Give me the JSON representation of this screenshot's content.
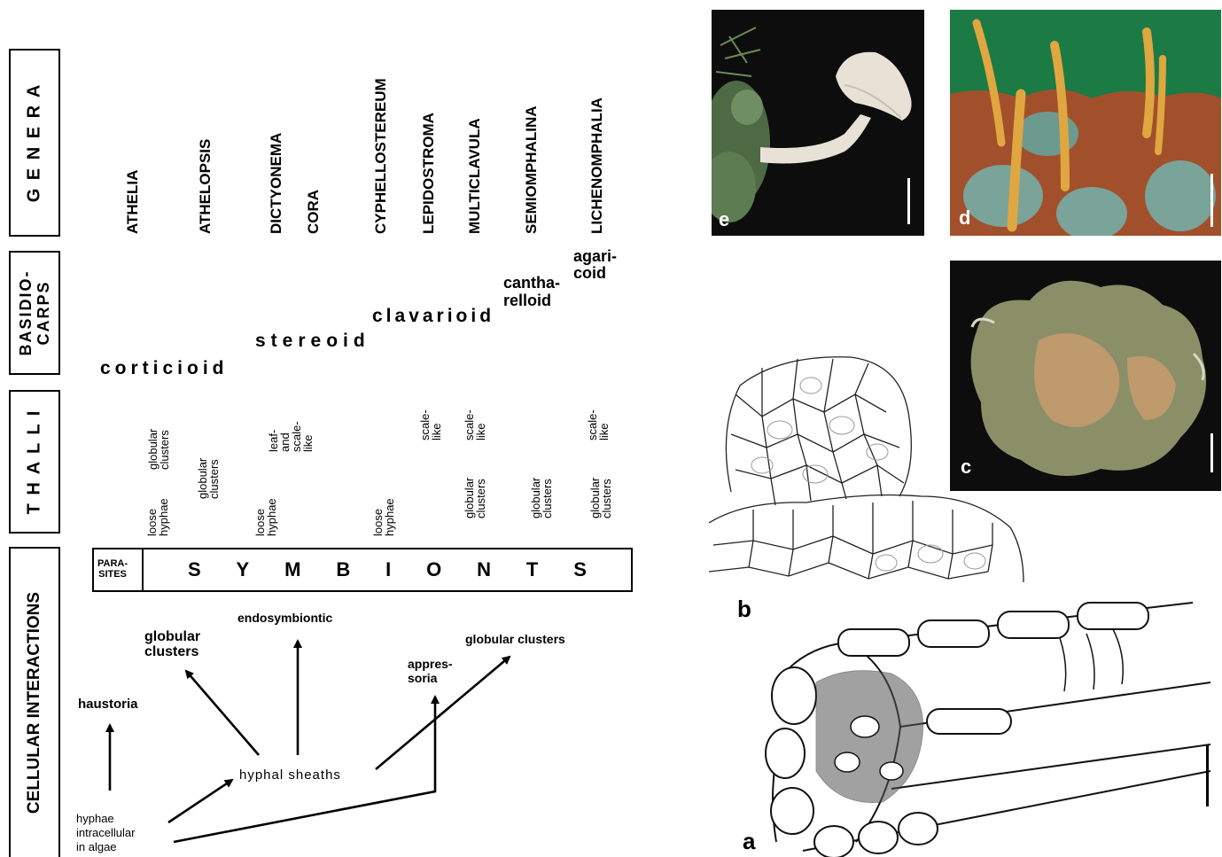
{
  "side_labels": {
    "genera": "G E N E R A",
    "basidiocarps": "BASIDIO-\nCARPS",
    "thalli": "T H A L L I",
    "interactions": "CELLULAR INTERACTIONS"
  },
  "genera": [
    "ATHELIA",
    "ATHELOPSIS",
    "DICTYONEMA",
    "CORA",
    "CYPHELLOSTEREUM",
    "LEPIDOSTROMA",
    "MULTICLAVULA",
    "SEMIOMPHALINA",
    "LICHENOMPHALIA"
  ],
  "basidiocarps": {
    "corticioid": "corticioid",
    "stereoid": "stereoid",
    "clavarioid": "clavarioid",
    "cantharelloid": "cantha-\nrelloid",
    "agaricoid": "agari-\ncoid"
  },
  "thalli": {
    "t1": "loose\nhyphae",
    "t2": "globular\nclusters",
    "t3": "globular\nclusters",
    "t4": "loose\nhyphae",
    "t5": "leaf-\nand\nscale-\nlike",
    "t6": "loose\nhyphae",
    "t7": "scale-\nlike",
    "t8": "globular\nclusters",
    "t9": "scale-\nlike",
    "t10": "globular\nclusters",
    "t11": "globular\nclusters",
    "t12": "scale-\nlike"
  },
  "bar": {
    "parasites": "PARA-\nSITES",
    "symbionts": [
      "S",
      "Y",
      "M",
      "B",
      "I",
      "O",
      "N",
      "T",
      "S"
    ]
  },
  "interactions": {
    "haustoria": "haustoria",
    "globular_clusters_left": "globular\nclusters",
    "endosymbiontic": "endosymbiontic",
    "appressoria": "appres-\nsoria",
    "globular_clusters_right": "globular clusters",
    "hyphal_sheaths": "hyphal sheaths",
    "hyphae_intracellular": "hyphae\nintracellular\nin algae"
  },
  "panel_labels": {
    "a": "a",
    "b": "b",
    "c": "c",
    "d": "d",
    "e": "e"
  },
  "colors": {
    "photo_bg_dark": "#0d0d0d",
    "mushroom": "#e8e2d6",
    "club_fungus": "#e0a640",
    "green_bg": "#1c7a44",
    "soil": "#a2502c",
    "thallus_green": "#8a8f68",
    "thallus_tan": "#bf9a6c"
  }
}
